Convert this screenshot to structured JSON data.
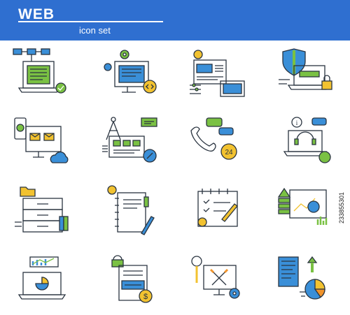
{
  "header": {
    "title": "WEB",
    "subtitle": "icon set"
  },
  "watermark": "233855301",
  "colors": {
    "header_bg": "#2f6fd0",
    "outline": "#2a3440",
    "green": "#7ac143",
    "blue": "#3a8fd8",
    "yellow": "#f2c230",
    "orange": "#f0932b"
  },
  "icons": [
    "sitemap-laptop-icon",
    "web-development-monitor-icon",
    "web-design-layout-icon",
    "security-shield-laptop-icon",
    "mobile-email-cloud-icon",
    "web-design-compass-icon",
    "support-phone-24-icon",
    "online-support-headset-icon",
    "file-archive-drawer-icon",
    "notebook-pen-icon",
    "calendar-task-icon",
    "presentation-chart-icon",
    "analytics-laptop-icon",
    "invoice-payment-icon",
    "settings-tools-monitor-icon",
    "report-pie-chart-icon"
  ]
}
